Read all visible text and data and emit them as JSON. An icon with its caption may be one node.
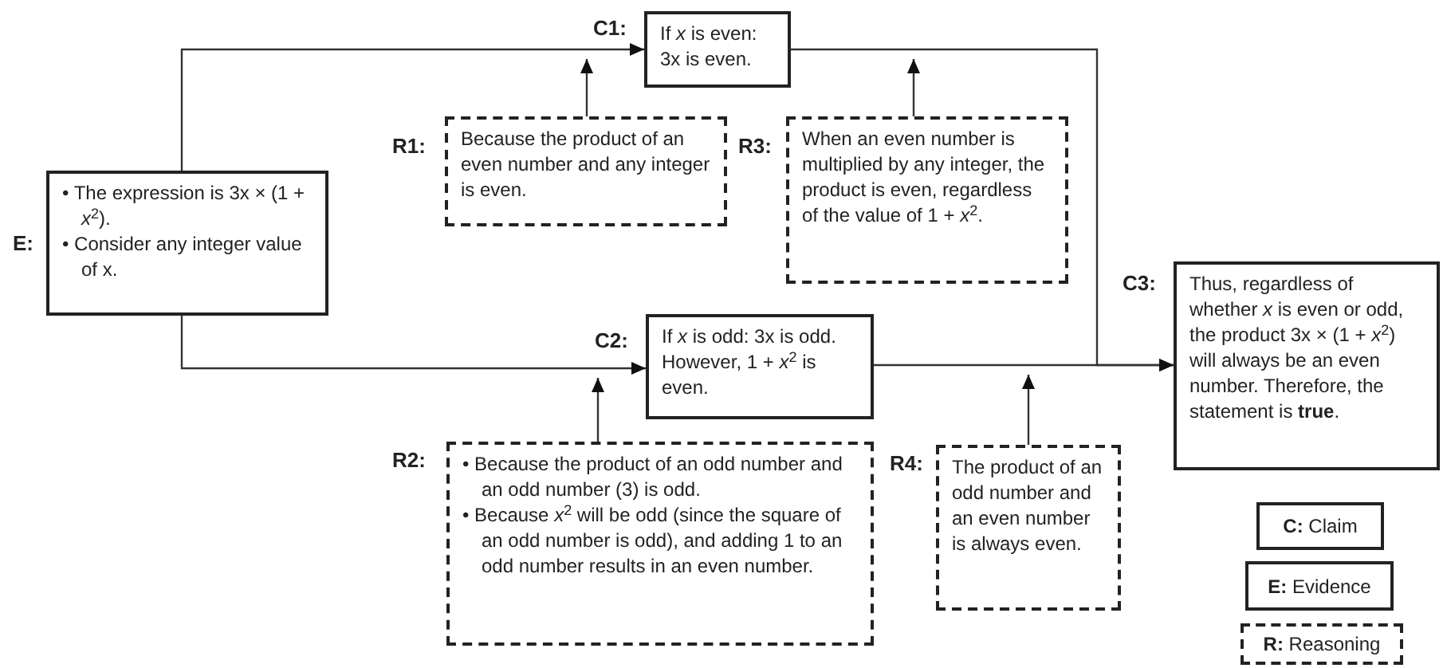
{
  "diagram": {
    "nodes": [
      {
        "text": [
          "E:",
          "• The expression is 3x × (1 + *x*$^{2}$).",
          "• Consider any integer value of x."
        ]
      },
      {
        "text": [
          "C1:",
          "If *x* is even: 3x is even."
        ]
      },
      {
        "text": [
          "R1:",
          "Because the product of an even number and any integer is even."
        ]
      },
      {
        "text": [
          "R3:",
          "When an even number is multiplied by any integer, the product is even, regardless of the value of 1 + *x*$^{2}$."
        ]
      },
      {
        "text": [
          "C2:",
          "If *x* is odd: 3x is odd. However, 1 + *x*$^{2}$ is even."
        ]
      },
      {
        "text": [
          "R2:",
          "• Because the product of an odd number and an odd number (3) is odd.",
          "• Because *x*$^{2}$ will be odd (since the square of an odd number is odd), and adding 1 to an odd number results in an even number."
        ]
      },
      {
        "text": [
          "R4:",
          "The product of an odd number and an even number is always even."
        ]
      },
      {
        "text": [
          "C3:",
          "Thus, regardless of whether *x* is even or odd, the product 3x × (1 + *x*$^{2}$) will always be an even number. Therefore, the statement is **true**."
        ]
      },
      {
        "text": [
          "**C:** Claim"
        ]
      },
      {
        "text": [
          "**E:** Evidence"
        ]
      },
      {
        "text": [
          "**R:** Reasoning"
        ]
      }
    ],
    "edges": [
      {
        "from": 0,
        "to": 1,
        "arrow": "to"
      },
      {
        "from": 0,
        "to": 4,
        "arrow": "to"
      },
      {
        "from": 2,
        "to": 1,
        "arrow": "to"
      },
      {
        "from": 3,
        "to": null,
        "arrow": "to"
      },
      {
        "from": 5,
        "to": 4,
        "arrow": "to"
      },
      {
        "from": 6,
        "to": null,
        "arrow": "to"
      },
      {
        "from": 1,
        "to": 7,
        "arrow": "to"
      },
      {
        "from": 4,
        "to": 7,
        "arrow": "to"
      }
    ]
  }
}
